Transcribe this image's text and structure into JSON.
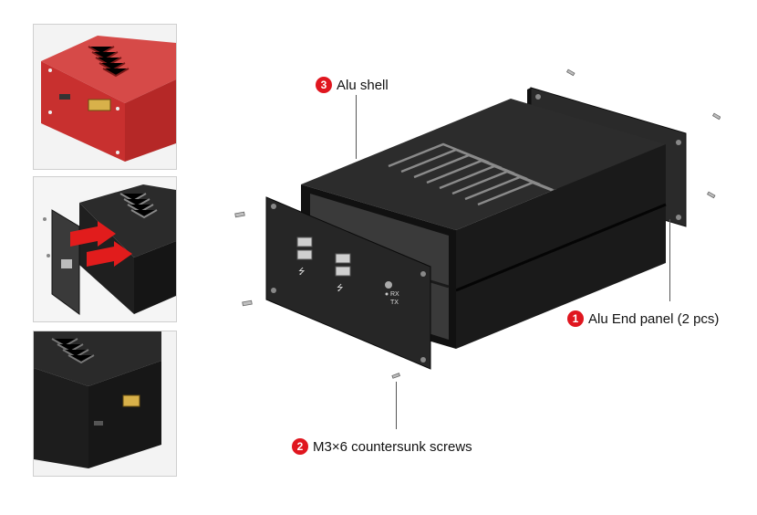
{
  "callouts": [
    {
      "number": "3",
      "label": "Alu shell"
    },
    {
      "number": "1",
      "label": "Alu End panel (2 pcs)"
    },
    {
      "number": "2",
      "label": "M3×6 countersunk screws"
    }
  ],
  "panel_text": {
    "rx": "RX",
    "tx": "TX"
  },
  "colors": {
    "badge": "#e0161f",
    "shell": "#1c1c1c",
    "thumb_red": "#d8403e"
  },
  "thumbnails": [
    {
      "name": "red-enclosure-view"
    },
    {
      "name": "panel-slide-in-view"
    },
    {
      "name": "black-enclosure-view"
    }
  ]
}
